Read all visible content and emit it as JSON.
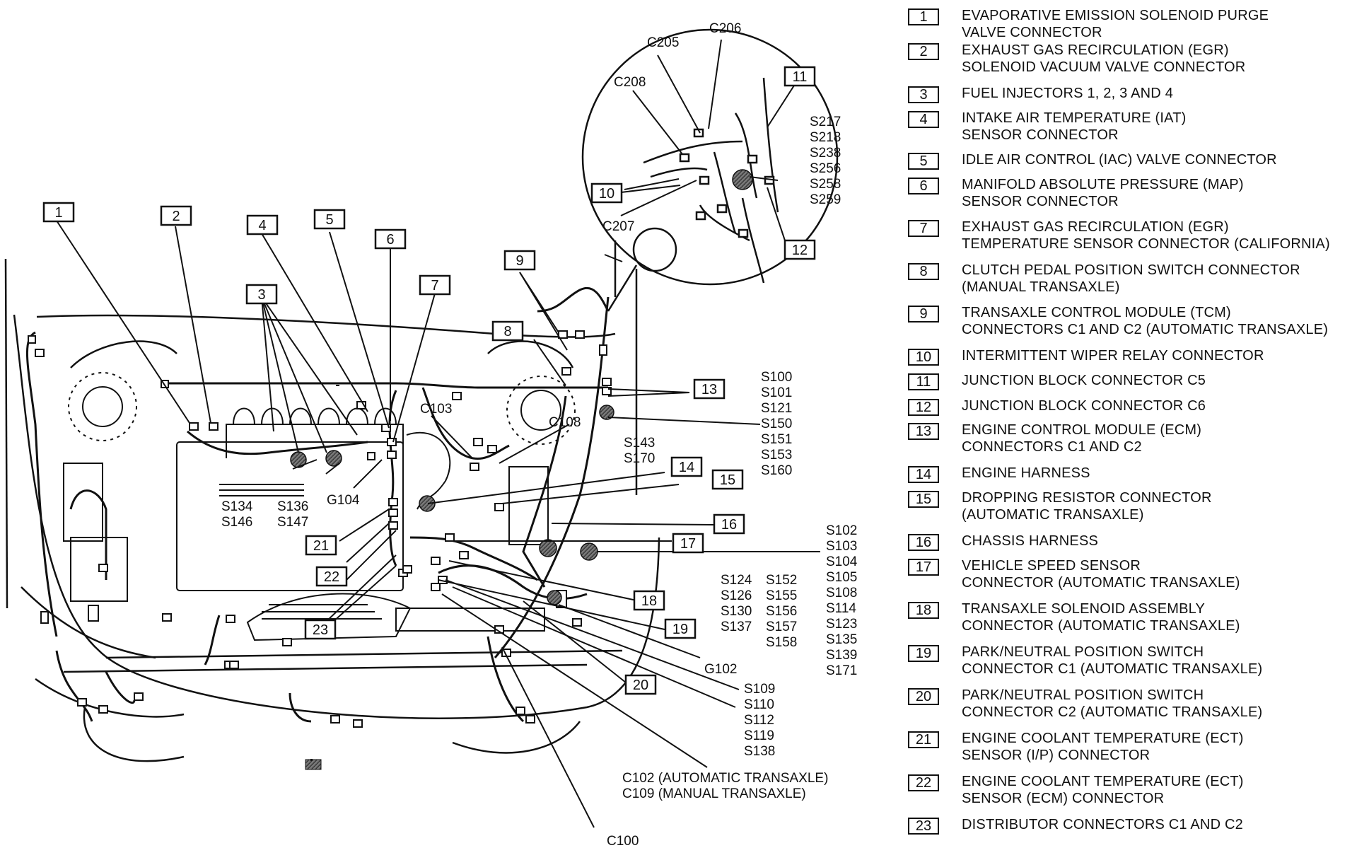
{
  "callouts": {
    "c1": "1",
    "c2": "2",
    "c3": "3",
    "c4": "4",
    "c5": "5",
    "c6": "6",
    "c7": "7",
    "c8": "8",
    "c9": "9",
    "c10": "10",
    "c11": "11",
    "c12": "12",
    "c13": "13",
    "c14": "14",
    "c15": "15",
    "c16": "16",
    "c17": "17",
    "c18": "18",
    "c19": "19",
    "c20": "20",
    "c21": "21",
    "c22": "22",
    "c23": "23"
  },
  "labels": {
    "c205": "C205",
    "c206": "C206",
    "c208": "C208",
    "c207": "C207",
    "splice_group_a": [
      "S217",
      "S218",
      "S238",
      "S256",
      "S258",
      "S259"
    ],
    "c103": "C103",
    "c108": "C108",
    "splice_group_b": [
      "S100",
      "S101",
      "S121",
      "S150",
      "S151",
      "S153",
      "S160"
    ],
    "splice_group_c": [
      "S143",
      "S170"
    ],
    "s134": "S134",
    "s146": "S146",
    "s136": "S136",
    "s147": "S147",
    "g104": "G104",
    "g102": "G102",
    "splice_group_d": [
      "S102",
      "S103",
      "S104",
      "S105",
      "S108",
      "S114",
      "S123",
      "S135",
      "S139",
      "S171"
    ],
    "splice_group_e1": [
      "S124",
      "S126",
      "S130",
      "S137"
    ],
    "splice_group_e2": [
      "S152",
      "S155",
      "S156",
      "S157",
      "S158"
    ],
    "splice_group_f": [
      "S109",
      "S110",
      "S112",
      "S119",
      "S138"
    ],
    "c102": "C102 (AUTOMATIC TRANSAXLE)",
    "c109": "C109 (MANUAL TRANSAXLE)",
    "c100": "C100"
  },
  "legend": [
    {
      "num": "1",
      "text": "EVAPORATIVE EMISSION SOLENOID PURGE\nVALVE CONNECTOR"
    },
    {
      "num": "2",
      "text": "EXHAUST GAS RECIRCULATION (EGR)\nSOLENOID VACUUM VALVE CONNECTOR"
    },
    {
      "num": "3",
      "text": "FUEL INJECTORS 1, 2, 3 AND 4"
    },
    {
      "num": "4",
      "text": "INTAKE AIR TEMPERATURE (IAT)\nSENSOR CONNECTOR"
    },
    {
      "num": "5",
      "text": "IDLE AIR CONTROL (IAC) VALVE CONNECTOR"
    },
    {
      "num": "6",
      "text": "MANIFOLD ABSOLUTE PRESSURE (MAP)\nSENSOR CONNECTOR"
    },
    {
      "num": "7",
      "text": "EXHAUST GAS RECIRCULATION (EGR)\nTEMPERATURE SENSOR CONNECTOR (CALIFORNIA)"
    },
    {
      "num": "8",
      "text": "CLUTCH PEDAL POSITION SWITCH CONNECTOR\n(MANUAL TRANSAXLE)"
    },
    {
      "num": "9",
      "text": "TRANSAXLE CONTROL MODULE (TCM)\nCONNECTORS C1 AND C2 (AUTOMATIC TRANSAXLE)"
    },
    {
      "num": "10",
      "text": "INTERMITTENT WIPER RELAY CONNECTOR"
    },
    {
      "num": "11",
      "text": "JUNCTION BLOCK CONNECTOR C5"
    },
    {
      "num": "12",
      "text": "JUNCTION BLOCK CONNECTOR C6"
    },
    {
      "num": "13",
      "text": "ENGINE CONTROL MODULE (ECM)\nCONNECTORS C1 AND C2"
    },
    {
      "num": "14",
      "text": "ENGINE HARNESS"
    },
    {
      "num": "15",
      "text": "DROPPING RESISTOR CONNECTOR\n(AUTOMATIC TRANSAXLE)"
    },
    {
      "num": "16",
      "text": "CHASSIS HARNESS"
    },
    {
      "num": "17",
      "text": "VEHICLE SPEED SENSOR\nCONNECTOR (AUTOMATIC TRANSAXLE)"
    },
    {
      "num": "18",
      "text": "TRANSAXLE SOLENOID ASSEMBLY\nCONNECTOR (AUTOMATIC TRANSAXLE)"
    },
    {
      "num": "19",
      "text": "PARK/NEUTRAL POSITION SWITCH\nCONNECTOR C1 (AUTOMATIC TRANSAXLE)"
    },
    {
      "num": "20",
      "text": "PARK/NEUTRAL POSITION SWITCH\nCONNECTOR C2 (AUTOMATIC TRANSAXLE)"
    },
    {
      "num": "21",
      "text": "ENGINE COOLANT TEMPERATURE (ECT)\nSENSOR (I/P) CONNECTOR"
    },
    {
      "num": "22",
      "text": "ENGINE COOLANT TEMPERATURE (ECT)\nSENSOR (ECM) CONNECTOR"
    },
    {
      "num": "23",
      "text": "DISTRIBUTOR CONNECTORS C1 AND C2"
    }
  ]
}
